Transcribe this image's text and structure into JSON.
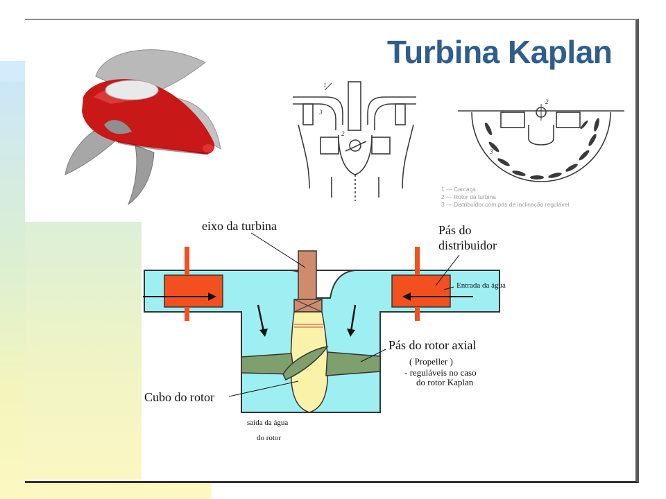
{
  "title": "Turbina Kaplan",
  "sketch_numbers": [
    "1",
    "2",
    "3"
  ],
  "legend": [
    "1 — Carcaça",
    "2 — Rotor da turbina",
    "3 — Distribuidor com pás de inclinação regulável"
  ],
  "labels": {
    "eixo": "eixo da turbina",
    "pas_distribuidor_l1": "Pás do",
    "pas_distribuidor_l2": "distribuidor",
    "entrada": "Entrada da água",
    "pas_rotor": "Pás do rotor axial",
    "propeller": "( Propeller )",
    "regulaveis_l1": "- reguláveis no caso",
    "regulaveis_l2": "do rotor Kaplan",
    "cubo": "Cubo do rotor",
    "saida_l1": "saída da água",
    "saida_l2": "do rotor"
  },
  "colors": {
    "water": "#9eeff2",
    "guide_vane": "#f2501f",
    "shaft": "#cf8c6d",
    "hub": "#faf2a8",
    "rotor_blade": "#7f9f6d",
    "title": "#2f5d8e",
    "runner_body": "#c81818"
  }
}
